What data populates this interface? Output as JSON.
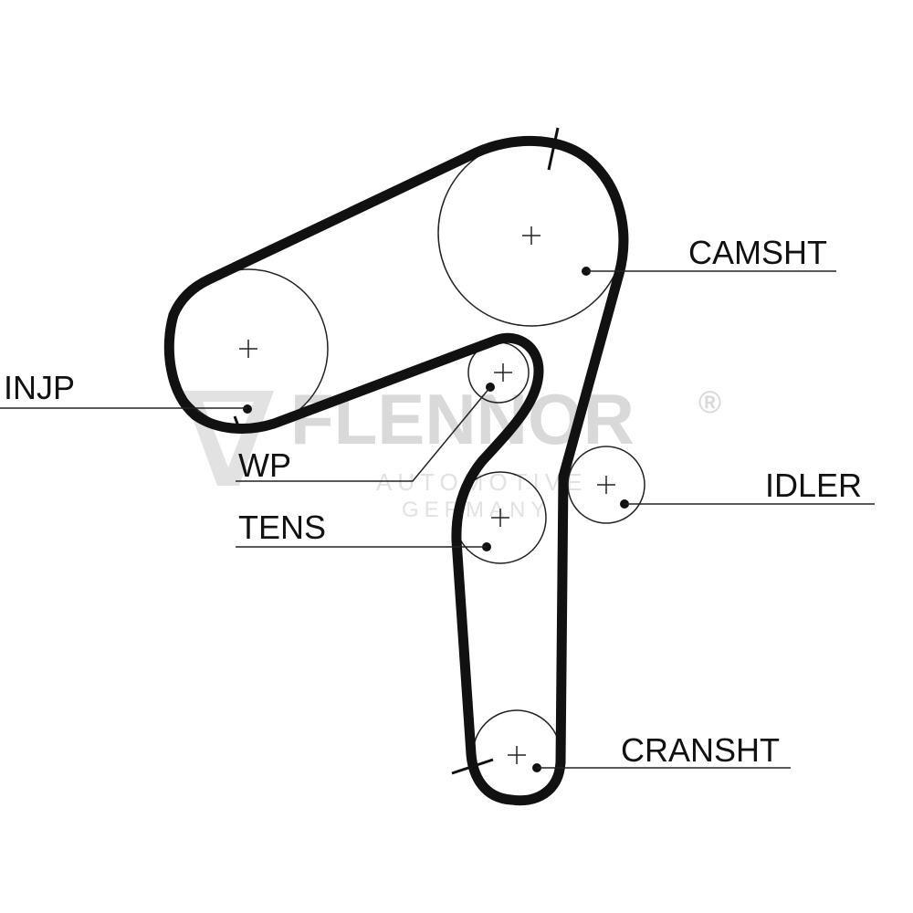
{
  "watermark": {
    "brand": "FLENNOR",
    "registered": "®",
    "line1": "AUTOMOTIVE",
    "line2": "GERMANY"
  },
  "labels": {
    "camshaft": "CAMSHT",
    "injection_pump": "INJP",
    "water_pump": "WP",
    "tensioner": "TENS",
    "idler": "IDLER",
    "crankshaft": "CRANSHT"
  }
}
